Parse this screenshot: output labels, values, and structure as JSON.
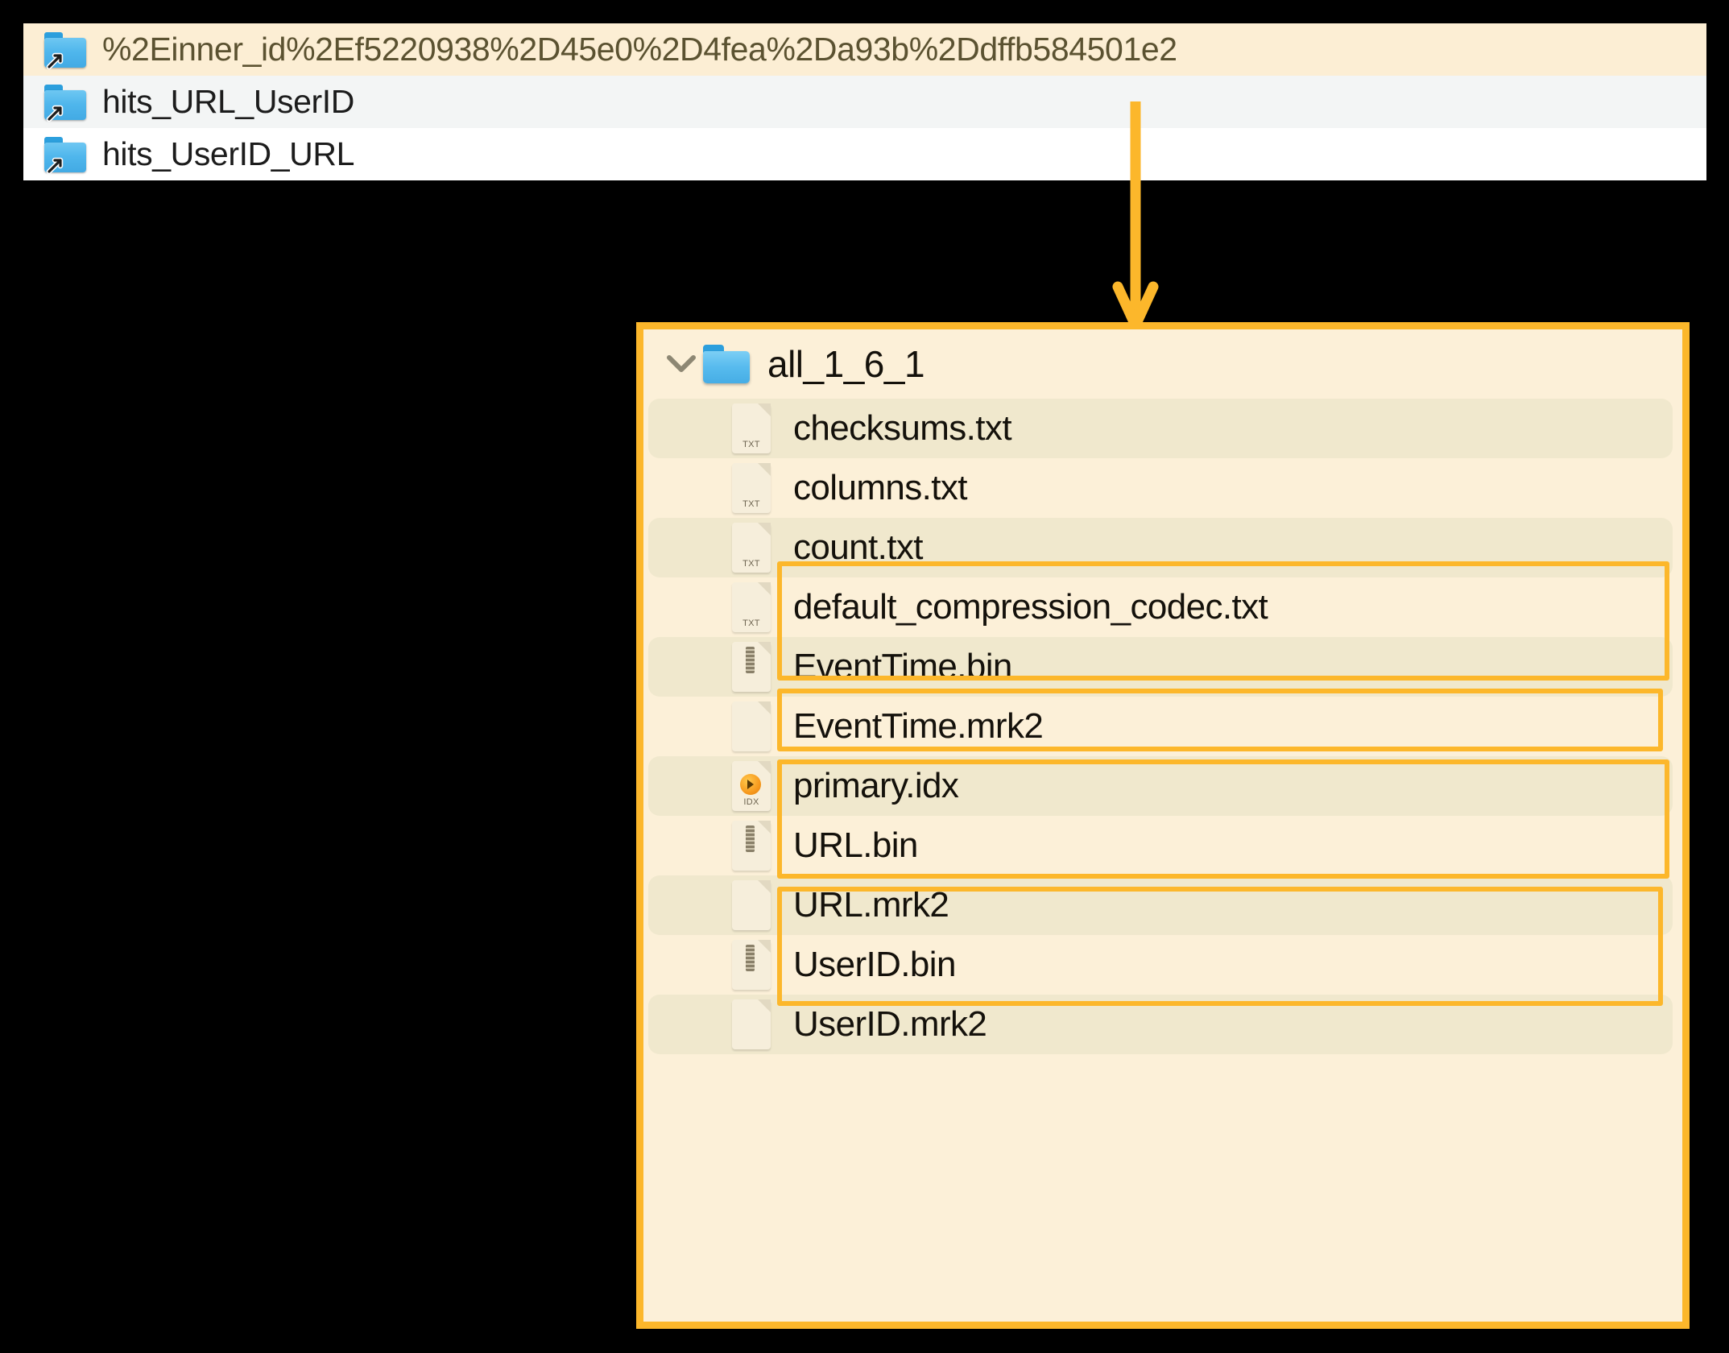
{
  "symlink_panel": {
    "rows": [
      {
        "label": "%2Einner_id%2Ef5220938%2D45e0%2D4fea%2Da93b%2Ddffb584501e2",
        "state": "selected",
        "icon": "folder-symlink-icon"
      },
      {
        "label": "hits_URL_UserID",
        "state": "alt",
        "icon": "folder-symlink-icon"
      },
      {
        "label": "hits_UserID_URL",
        "state": "plain",
        "icon": "folder-symlink-icon"
      }
    ]
  },
  "annotation": {
    "arrow": "down-arrow",
    "accent_color": "#fcb72b",
    "highlight_fill": "#fceed4"
  },
  "part_panel": {
    "folder": {
      "name": "all_1_6_1",
      "expanded": true,
      "chevron": "chevron-down-icon",
      "icon": "folder-icon"
    },
    "files": [
      {
        "name": "checksums.txt",
        "icon": "txt-file-icon",
        "icon_label": "TXT",
        "shaded": true,
        "highlighted": false
      },
      {
        "name": "columns.txt",
        "icon": "txt-file-icon",
        "icon_label": "TXT",
        "shaded": false,
        "highlighted": false
      },
      {
        "name": "count.txt",
        "icon": "txt-file-icon",
        "icon_label": "TXT",
        "shaded": true,
        "highlighted": false
      },
      {
        "name": "default_compression_codec.txt",
        "icon": "txt-file-icon",
        "icon_label": "TXT",
        "shaded": false,
        "highlighted": false
      },
      {
        "name": "EventTime.bin",
        "icon": "bin-file-icon",
        "icon_label": "",
        "shaded": true,
        "highlighted": true
      },
      {
        "name": "EventTime.mrk2",
        "icon": "generic-file-icon",
        "icon_label": "",
        "shaded": false,
        "highlighted": true
      },
      {
        "name": "primary.idx",
        "icon": "idx-file-icon",
        "icon_label": "IDX",
        "shaded": true,
        "highlighted": true
      },
      {
        "name": "URL.bin",
        "icon": "bin-file-icon",
        "icon_label": "",
        "shaded": false,
        "highlighted": true
      },
      {
        "name": "URL.mrk2",
        "icon": "generic-file-icon",
        "icon_label": "",
        "shaded": true,
        "highlighted": true
      },
      {
        "name": "UserID.bin",
        "icon": "bin-file-icon",
        "icon_label": "",
        "shaded": false,
        "highlighted": true
      },
      {
        "name": "UserID.mrk2",
        "icon": "generic-file-icon",
        "icon_label": "",
        "shaded": true,
        "highlighted": true
      }
    ],
    "highlight_groups": [
      {
        "label": "EventTime-column-group",
        "from": "EventTime.bin",
        "to": "EventTime.mrk2"
      },
      {
        "label": "primary-index-group",
        "from": "primary.idx",
        "to": "primary.idx"
      },
      {
        "label": "URL-column-group",
        "from": "URL.bin",
        "to": "URL.mrk2"
      },
      {
        "label": "UserID-column-group",
        "from": "UserID.bin",
        "to": "UserID.mrk2"
      }
    ]
  }
}
